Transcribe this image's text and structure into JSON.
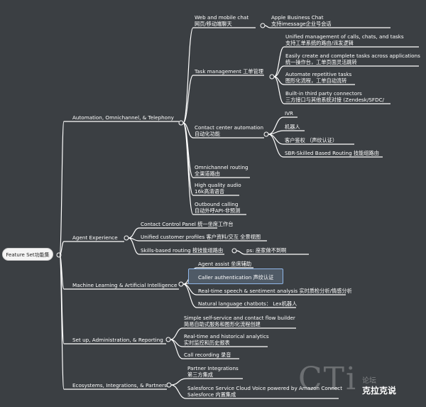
{
  "root": "Feature Set功能集",
  "branches": [
    {
      "label": "Automation, Omnichannel, & Telephony",
      "children": [
        {
          "label": [
            "Web and mobile chat",
            "网页/移动端聊天"
          ],
          "children": [
            {
              "label": [
                "Apple Business Chat",
                "支持imessage企业号会话"
              ]
            }
          ]
        },
        {
          "label": [
            "Task management 工单管理"
          ],
          "children": [
            {
              "label": [
                "Unified management of calls, chats, and tasks",
                "支持工单系统的路由/派发逻辑"
              ]
            },
            {
              "label": [
                "Easily create and complete tasks across applications",
                "统一操作台，工单页面灵活跳转"
              ]
            },
            {
              "label": [
                "Automate repetitive tasks",
                "图形化流程，工单自动流转"
              ]
            },
            {
              "label": [
                "Built-in third party connectors",
                "三方接口与其他系统对接 (Zendesk/SFDC/"
              ]
            }
          ]
        },
        {
          "label": [
            "Contact center automation",
            "自动化功能"
          ],
          "children": [
            {
              "label": [
                "IVR"
              ]
            },
            {
              "label": [
                "机器人"
              ]
            },
            {
              "label": [
                "客户鉴权  （声纹认证）"
              ]
            },
            {
              "label": [
                "SBR-Skilled Based Routing 技能组路由"
              ]
            }
          ]
        },
        {
          "label": [
            "Omnichannel routing",
            "全渠道路由"
          ]
        },
        {
          "label": [
            "High quality audio",
            "16k高清语音"
          ]
        },
        {
          "label": [
            "Outbound calling",
            "自动外呼API-非预测"
          ]
        }
      ]
    },
    {
      "label": "Agent Experience",
      "children": [
        {
          "label": [
            "Contact Control Panel 统一坐席工作台"
          ]
        },
        {
          "label": [
            "Unified customer profiles 客户资料/交互 全景视图"
          ]
        },
        {
          "label": [
            "Skills-based routing 按技能组路由"
          ],
          "children": [
            {
              "label": [
                "ps: 座家做不到啊"
              ]
            }
          ]
        }
      ]
    },
    {
      "label": "Machine Learning & Artificial Intelligence",
      "children": [
        {
          "label": [
            "Agent assist 坐席辅助"
          ]
        },
        {
          "label": [
            "Caller authentication 声纹认证"
          ]
        },
        {
          "label": [
            "Real-time speech & sentiment analysis 实时质检分析/情感分析"
          ]
        },
        {
          "label": [
            "Natural language chatbots：  Lex机器人"
          ]
        }
      ]
    },
    {
      "label": "Set up, Administration, & Reporting",
      "children": [
        {
          "label": [
            "Simple self-service and contact flow builder",
            "简易自助式服务和图形化流程创建"
          ]
        },
        {
          "label": [
            "Real-time and historical analytics",
            "实时监控和历史报表"
          ]
        },
        {
          "label": [
            "Call recording 录音"
          ]
        }
      ]
    },
    {
      "label": "Ecosystems, Integrations, & Partners",
      "children": [
        {
          "label": [
            "Partner Integrations",
            "第三方集成"
          ]
        },
        {
          "label": [
            "Salesforce Service Cloud Voice powered by Amazon Connect",
            "Salesforce 内置集成"
          ]
        }
      ]
    }
  ],
  "watermark": {
    "logo": "CTi",
    "line1": "论坛",
    "line2": "克拉克说"
  },
  "colors": {
    "background": "#3b3f43",
    "line": "#ffffff",
    "selected": "#8fb6e8"
  }
}
